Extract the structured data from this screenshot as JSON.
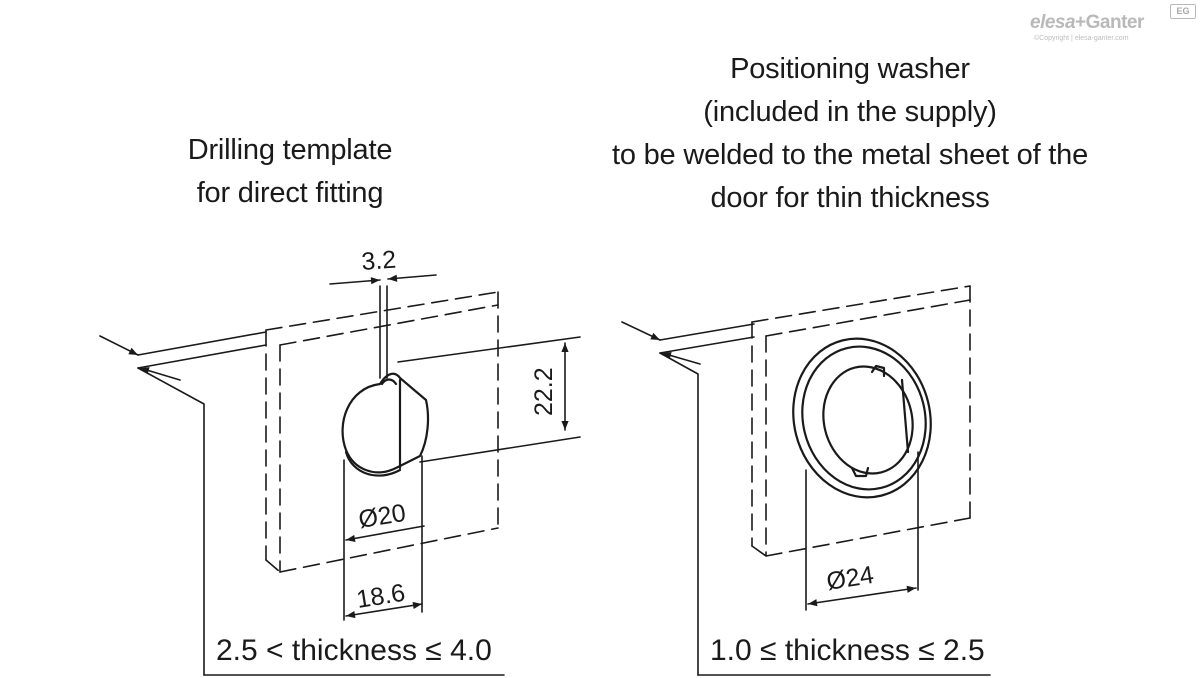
{
  "logo": {
    "brand_left": "elesa",
    "brand_sep": "+",
    "brand_right": "Ganter",
    "badge": "EG",
    "copyright": "©Copyright | elesa-ganter.com"
  },
  "left": {
    "caption_lines": [
      "Drilling template",
      "for direct fitting"
    ],
    "dim_slot": "3.2",
    "dim_height": "22.2",
    "dim_diameter": "Ø20",
    "dim_flat": "18.6",
    "range": "2.5 < thickness ≤ 4.0"
  },
  "right": {
    "caption_lines": [
      "Positioning washer",
      "(included in the supply)",
      "to be welded to the metal sheet of the",
      "door for thin thickness"
    ],
    "dim_diameter": "Ø24",
    "range": "1.0 ≤ thickness ≤  2.5"
  }
}
